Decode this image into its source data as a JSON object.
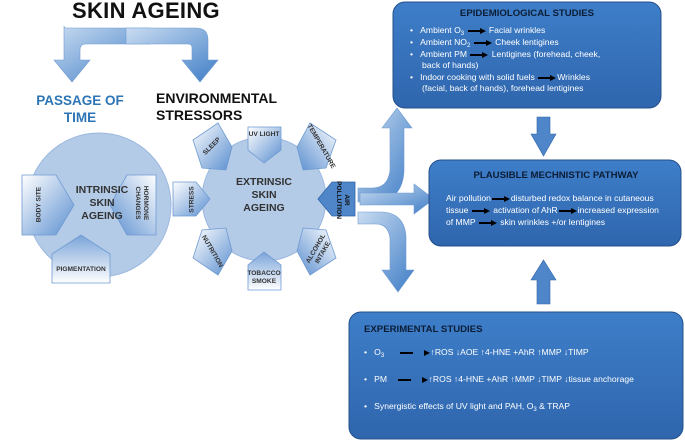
{
  "title": "SKIN AGEING",
  "passage_of_time": [
    "PASSAGE OF",
    "TIME"
  ],
  "environmental_stressors": [
    "ENVIRONMENTAL",
    "STRESSORS"
  ],
  "intrinsic": {
    "center": [
      "INTRINSIC",
      "SKIN",
      "AGEING"
    ],
    "factors": {
      "body_site": "BODY SITE",
      "hormone": [
        "HORMONE",
        "CHANGES"
      ],
      "pigmentation": "PIGMENTATION"
    }
  },
  "extrinsic": {
    "center": [
      "EXTRINSIC",
      "SKIN",
      "AGEING"
    ],
    "factors": {
      "uv_light": "UV LIGHT",
      "temperature": "TEMPERATURE",
      "air_pollution": [
        "AIR",
        "POLLUTION"
      ],
      "alcohol": [
        "ALCOHOL",
        "INTAKE"
      ],
      "tobacco": [
        "TOBACCO",
        "SMOKE"
      ],
      "nutrition": "NUTRITION",
      "stress": "STRESS",
      "sleep": "SLEEP"
    }
  },
  "epidemiological": {
    "heading": "EPIDEMIOLOGICAL STUDIES",
    "items": [
      {
        "pre": "Ambient O",
        "sub": "3",
        "post": "Facial wrinkles"
      },
      {
        "pre": "Ambient NO",
        "sub": "2",
        "post": "Cheek lentigines"
      },
      {
        "pre": "Ambient PM",
        "sub": "",
        "post": "Lentigines (forehead, cheek,",
        "cont": "back of hands)"
      },
      {
        "pre": "Indoor cooking with solid fuels",
        "sub": "",
        "post": "Wrinkles",
        "cont": "(facial, back of hands), forehead lentigines"
      }
    ]
  },
  "mechanistic": {
    "heading": "PLAUSIBLE MECHNISTIC PATHWAY",
    "line1_a": "Air pollution",
    "line1_b": "disturbed redox balance in cutaneous",
    "line2_a": "tissue",
    "line2_b": "activation of AhR",
    "line2_c": "increased expression",
    "line3_a": "of MMP",
    "line3_b": "skin wrinkles +/or lentigines"
  },
  "experimental": {
    "heading": "EXPERIMENTAL STUDIES",
    "o3": {
      "label": "O",
      "sub": "3",
      "effects": "↑ROS ↓AOE ↑4-HNE +AhR ↑MMP ↓TIMP"
    },
    "pm": {
      "label": "PM",
      "effects": "↑ROS ↑4-HNE +AhR ↑MMP ↓TIMP ↓tissue anchorage"
    },
    "synergy": {
      "pre": "Synergistic effects of UV light and PAH, O",
      "sub": "3",
      "post": " & TRAP"
    }
  },
  "colors": {
    "accent": "#2e75b6",
    "box_fill": "#3a78c4",
    "border": "#24508a",
    "circle": "#b4cbe8"
  }
}
